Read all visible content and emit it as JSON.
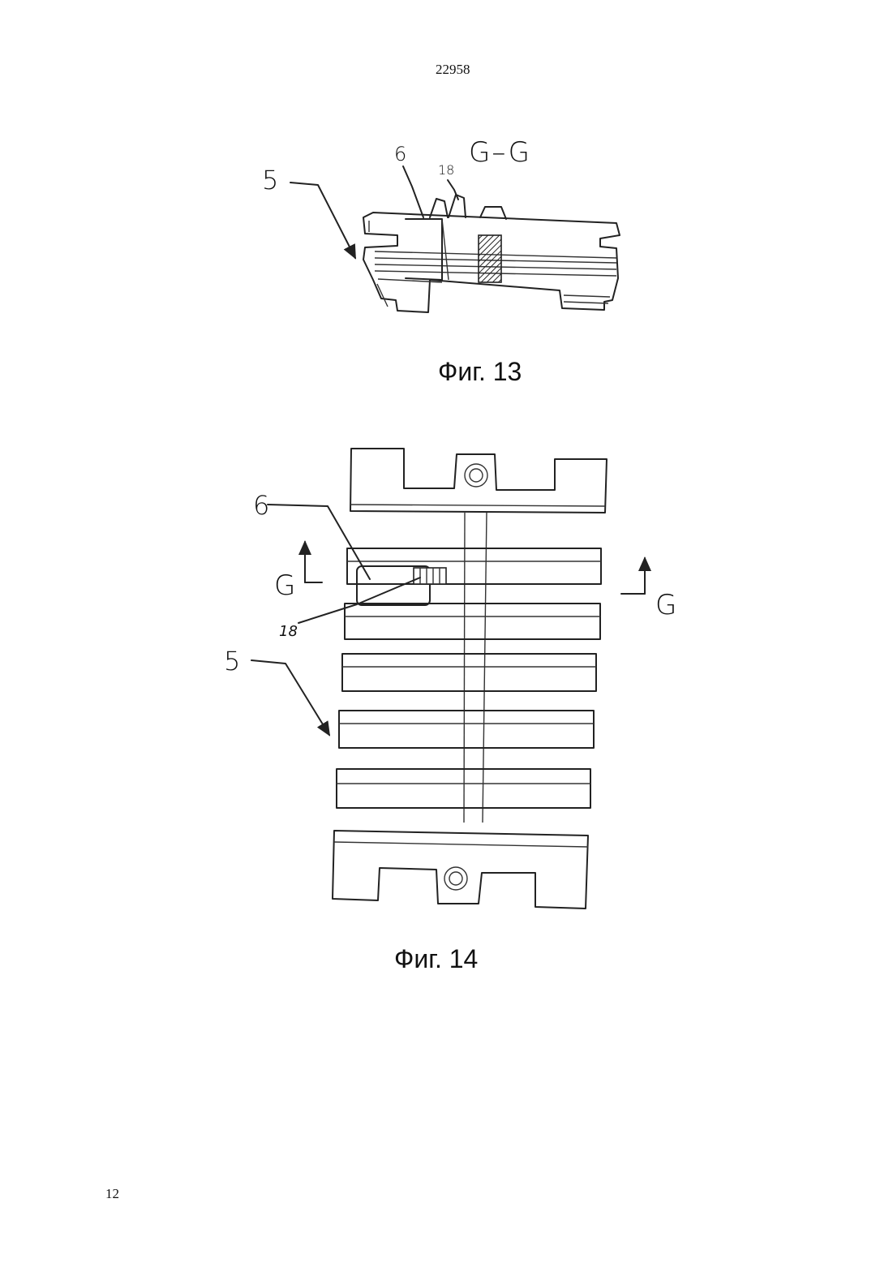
{
  "header": {
    "doc_number": "22958"
  },
  "footer": {
    "page_number": "12"
  },
  "figure13": {
    "caption": "Фиг. 13",
    "section_label": "G–G",
    "refs": {
      "part5": "5",
      "part6": "6",
      "part18": "18"
    }
  },
  "figure14": {
    "caption": "Фиг. 14",
    "section_left": "G",
    "section_right": "G",
    "refs": {
      "part6": "6",
      "part18": "18",
      "part5": "5"
    }
  }
}
